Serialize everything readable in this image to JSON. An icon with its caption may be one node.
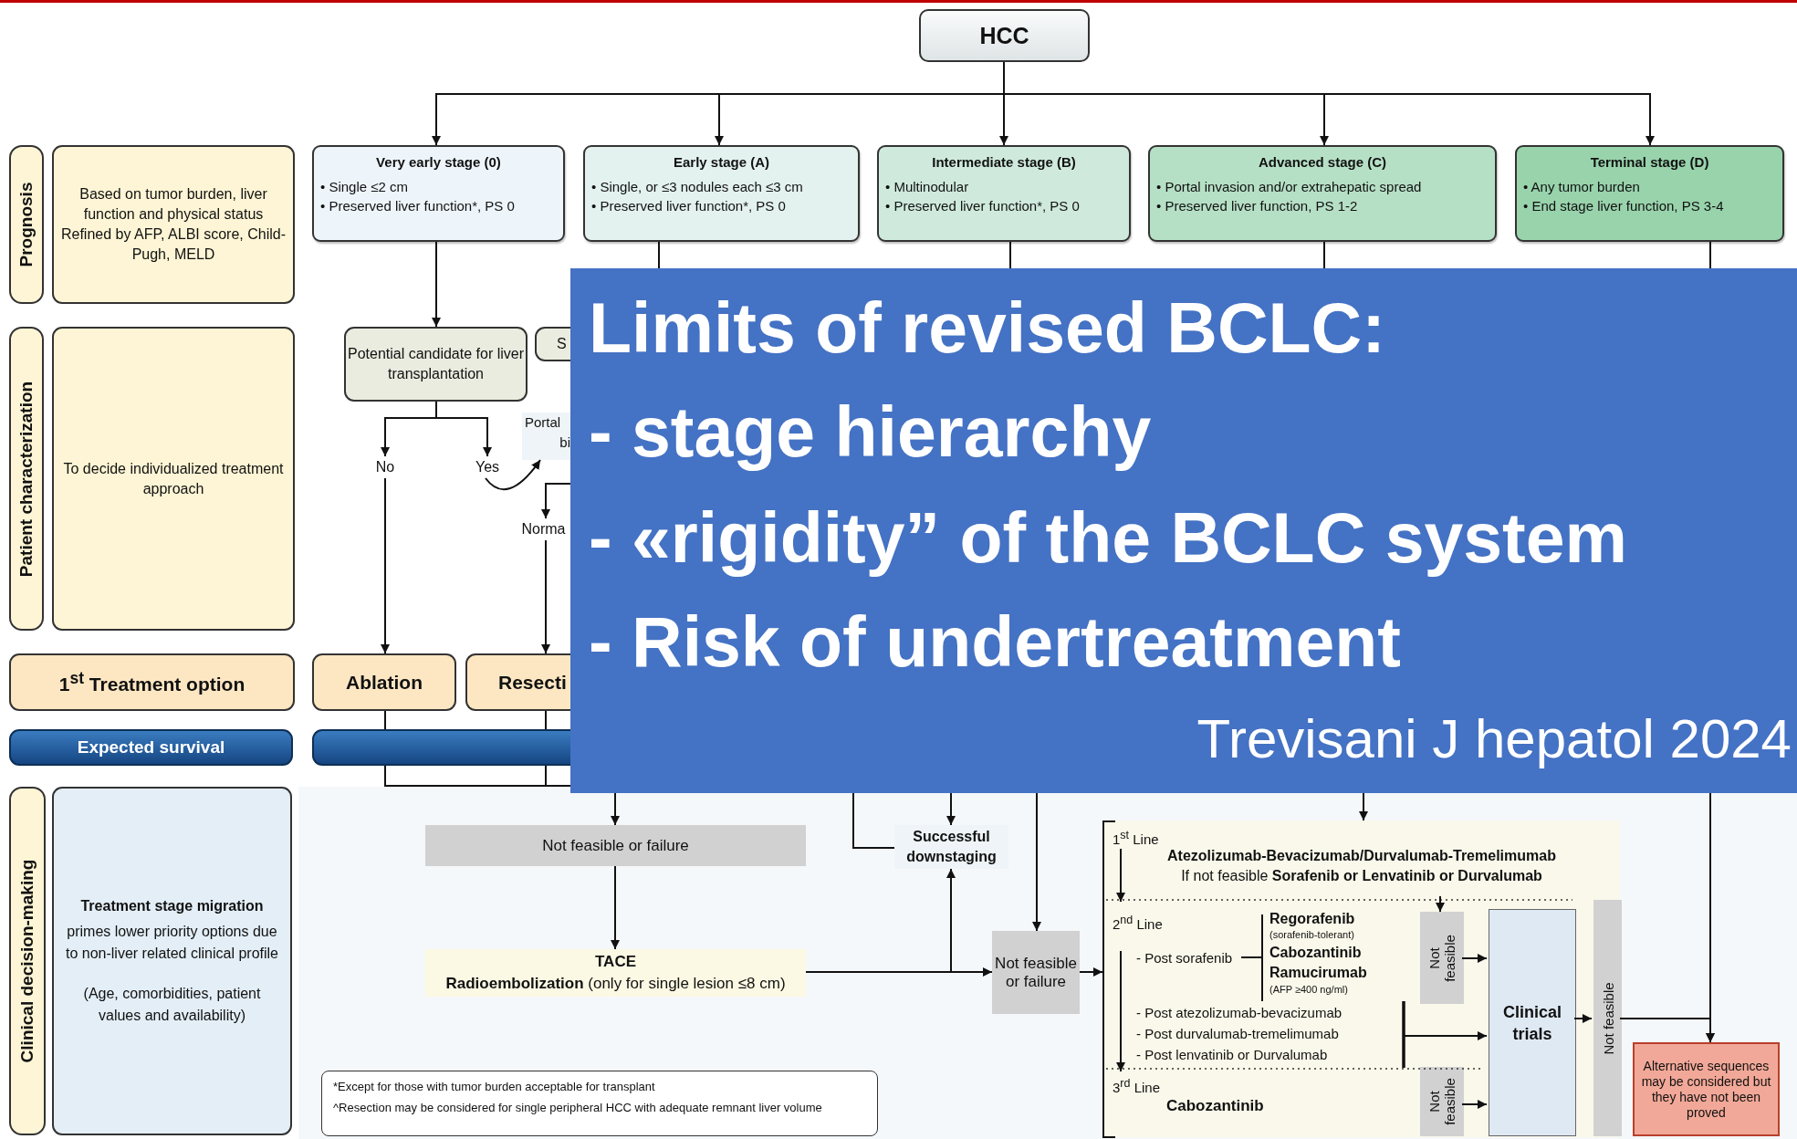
{
  "diagram": {
    "nodes": [
      {
        "text": [
          "HCC"
        ]
      },
      {
        "text": [
          "Prognosis"
        ]
      },
      {
        "text": [
          "Based on tumor burden, liver function and physical status",
          "Refined by AFP, ALBI score, Child-Pugh, MELD"
        ]
      },
      {
        "text": [
          "Very early stage (0)",
          "• Single ≤2 cm",
          "• Preserved liver function*, PS 0"
        ]
      },
      {
        "text": [
          "Early stage (A)",
          "• Single, or ≤3 nodules each ≤3 cm",
          "• Preserved liver function*, PS 0"
        ]
      },
      {
        "text": [
          "Intermediate stage (B)",
          "• Multinodular",
          "• Preserved liver function*, PS 0"
        ]
      },
      {
        "text": [
          "Advanced stage (C)",
          "• Portal invasion and/or extrahepatic spread",
          "• Preserved liver function, PS 1-2"
        ]
      },
      {
        "text": [
          "Terminal stage (D)",
          "• Any tumor burden",
          "• End stage liver function, PS 3-4"
        ]
      },
      {
        "text": [
          "Patient characterization"
        ]
      },
      {
        "text": [
          "To decide individualized treatment approach"
        ]
      },
      {
        "text": [
          "Potential candidate for liver transplantation"
        ]
      },
      {
        "text": [
          "S"
        ]
      },
      {
        "text": [
          "No"
        ]
      },
      {
        "text": [
          "Yes"
        ]
      },
      {
        "text": [
          "Portal",
          "bi"
        ]
      },
      {
        "text": [
          "Norma"
        ]
      },
      {
        "text": [
          "1$^{st}$ Treatment option"
        ]
      },
      {
        "text": [
          "Ablation"
        ]
      },
      {
        "text": [
          "Resecti"
        ]
      },
      {
        "text": [
          "Expected survival"
        ]
      },
      {
        "text": [
          "Clinical decision-making"
        ]
      },
      {
        "text": [
          "Treatment stage migration",
          "primes lower priority options due to non-liver related clinical profile",
          "(Age, comorbidities, patient values and availability)"
        ]
      },
      {
        "text": [
          "Not  feasible or failure"
        ]
      },
      {
        "text": [
          "Successful downstaging"
        ]
      },
      {
        "text": [
          "TACE",
          "**Radioembolization** (only for single lesion ≤8 cm)"
        ]
      },
      {
        "text": [
          "Not feasible or failure"
        ]
      },
      {
        "text": [],
        "shape": "box"
      },
      {
        "text": [
          "1$^{st}$ Line",
          "Atezolizumab-Bevacizumab/Durvalumab-Tremelimumab",
          "If not feasible **Sorafenib or Lenvatinib or Durvalumab**"
        ],
        "in": 26
      },
      {
        "text": [
          "2$^{nd}$ Line",
          "- Post sorafenib",
          "Regorafenib",
          "(sorafenib-tolerant)",
          "Cabozantinib",
          "Ramucirumab",
          "(AFP ≥400 ng/ml)",
          "- Post atezolizumab-bevacizumab",
          "- Post durvalumab-tremelimumab",
          "- Post lenvatinib or Durvalumab"
        ],
        "in": 26
      },
      {
        "text": [
          "3$^{rd}$ Line",
          "Cabozantinib"
        ],
        "in": 26
      },
      {
        "text": [
          "Not feasible"
        ],
        "in": 26
      },
      {
        "text": [
          "Not feasible"
        ],
        "in": 26
      },
      {
        "text": [
          "Clinical trials"
        ],
        "in": 26
      },
      {
        "text": [
          "Not feasible"
        ],
        "in": 26
      },
      {
        "text": [
          "Alternative sequences may be considered but they have not been proved"
        ]
      },
      {
        "text": [
          "*Except for  those with tumor burden acceptable for transplant",
          "^Resection may be considered for single peripheral HCC with adequate remnant liver volume"
        ]
      },
      {
        "text": [
          "Limits of revised BCLC:",
          "- stage hierarchy",
          "- «rigidity” of the BCLC system",
          "- Risk of undertreatment",
          "Trevisani J hepatol 2024"
        ]
      },
      {
        "text": [],
        "shape": "bar"
      }
    ],
    "edges": [
      {
        "from": 0,
        "to": 3,
        "arrow": "to"
      },
      {
        "from": 0,
        "to": 4,
        "arrow": "to"
      },
      {
        "from": 0,
        "to": 5,
        "arrow": "to"
      },
      {
        "from": 0,
        "to": 6,
        "arrow": "to"
      },
      {
        "from": 0,
        "to": 7,
        "arrow": "to"
      },
      {
        "from": 3,
        "to": 10,
        "arrow": "to"
      },
      {
        "from": 4,
        "to": 36,
        "arrow": "none"
      },
      {
        "from": 5,
        "to": 36,
        "arrow": "none"
      },
      {
        "from": 6,
        "to": 36,
        "arrow": "none"
      },
      {
        "from": 7,
        "to": 36,
        "arrow": "none"
      },
      {
        "from": 10,
        "to": 12,
        "arrow": "to"
      },
      {
        "from": 10,
        "to": 13,
        "arrow": "to"
      },
      {
        "from": 13,
        "to": 14,
        "arrow": "to"
      },
      {
        "from": 36,
        "to": 15,
        "arrow": "to"
      },
      {
        "from": 12,
        "to": 17,
        "arrow": "to"
      },
      {
        "from": 15,
        "to": 18,
        "arrow": "to"
      },
      {
        "from": 17,
        "to": 37,
        "arrow": "none"
      },
      {
        "from": 18,
        "to": 37,
        "arrow": "none"
      },
      {
        "from": 36,
        "to": 22,
        "arrow": "to"
      },
      {
        "from": 22,
        "to": 24,
        "arrow": "to"
      },
      {
        "from": 36,
        "to": 23,
        "arrow": "to"
      },
      {
        "from": 36,
        "to": 23,
        "arrow": "none"
      },
      {
        "from": 24,
        "to": 25,
        "arrow": "to"
      },
      {
        "from": 24,
        "to": 23,
        "arrow": "to"
      },
      {
        "from": 36,
        "to": 25,
        "arrow": "to"
      },
      {
        "from": 25,
        "to": 26,
        "arrow": "to"
      },
      {
        "from": 36,
        "to": 26,
        "arrow": "to"
      },
      {
        "from": 27,
        "to": 30,
        "arrow": "to"
      },
      {
        "from": 30,
        "to": 32,
        "arrow": "to"
      },
      {
        "from": 28,
        "to": 32,
        "arrow": "to"
      },
      {
        "from": 31,
        "to": 32,
        "arrow": "to"
      },
      {
        "from": 32,
        "to": 33,
        "arrow": "to"
      },
      {
        "from": 33,
        "to": 34,
        "arrow": "to"
      },
      {
        "from": 36,
        "to": 34,
        "arrow": "to"
      },
      {
        "from": 37,
        "to": 36,
        "arrow": "none"
      },
      {
        "from": 37,
        "to": 36,
        "arrow": "none"
      },
      {
        "from": 27,
        "to": 28,
        "arrow": "to"
      },
      {
        "from": 28,
        "to": 29,
        "arrow": "to"
      }
    ]
  }
}
